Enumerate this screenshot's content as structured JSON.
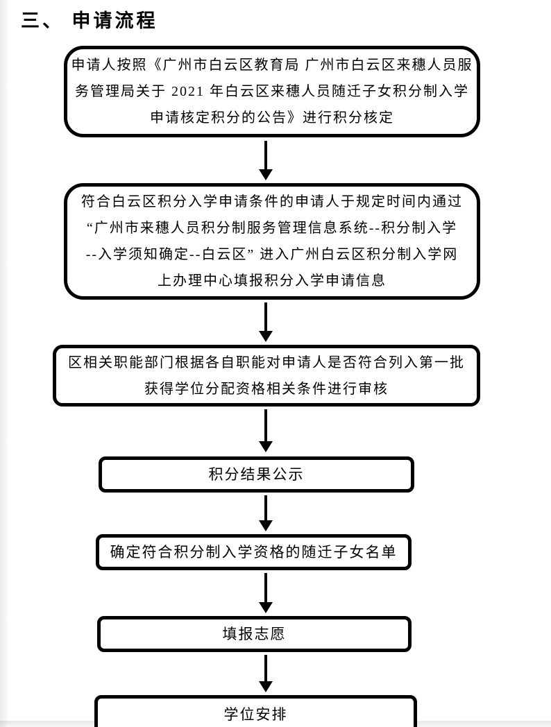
{
  "page": {
    "title": "三、 申请流程"
  },
  "flowchart": {
    "steps": [
      {
        "lines": [
          "申请人按照《广州市白云区教育局 广州市白云区来穗人员服",
          "务管理局关于 2021 年白云区来穗人员随迁子女积分制入学",
          "申请核定积分的公告》进行积分核定"
        ]
      },
      {
        "lines": [
          "符合白云区积分入学申请条件的申请人于规定时间内通过",
          "“广州市来穗人员积分制服务管理信息系统--积分制入学",
          "--入学须知确定--白云区” 进入广州白云区积分制入学网",
          "上办理中心填报积分入学申请信息"
        ]
      },
      {
        "lines": [
          "区相关职能部门根据各自职能对申请人是否符合列入第一批",
          "获得学位分配资格相关条件进行审核"
        ]
      },
      {
        "lines": [
          "积分结果公示"
        ]
      },
      {
        "lines": [
          "确定符合积分制入学资格的随迁子女名单"
        ]
      },
      {
        "lines": [
          "填报志愿"
        ]
      },
      {
        "lines": [
          "学位安排"
        ]
      }
    ]
  },
  "colors": {
    "ink": "#000000",
    "page_bg": "#ffffff"
  }
}
